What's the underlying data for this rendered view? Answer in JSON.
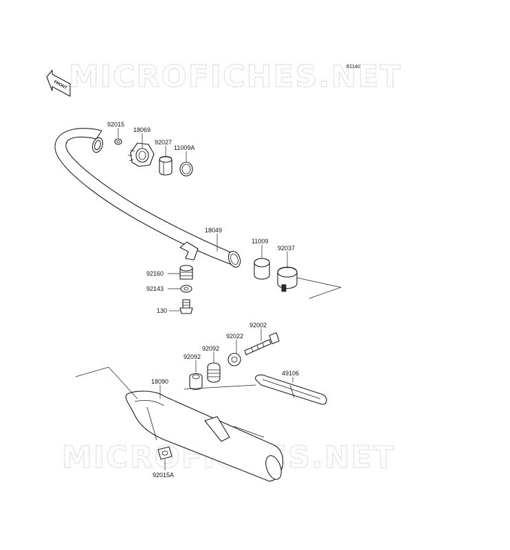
{
  "diagram": {
    "diagram_code": "E1140",
    "front_label": "FRONT",
    "watermarks": [
      "MICROFICHES.NET",
      "MICROFICHES.NET"
    ],
    "part_labels": [
      {
        "id": "92015",
        "text": "92015"
      },
      {
        "id": "18069",
        "text": "18069"
      },
      {
        "id": "92027",
        "text": "92027"
      },
      {
        "id": "11009A",
        "text": "11009A"
      },
      {
        "id": "18049",
        "text": "18049"
      },
      {
        "id": "11009",
        "text": "11009"
      },
      {
        "id": "92037",
        "text": "92037"
      },
      {
        "id": "92160",
        "text": "92160"
      },
      {
        "id": "92143",
        "text": "92143"
      },
      {
        "id": "130",
        "text": "130"
      },
      {
        "id": "92002",
        "text": "92002"
      },
      {
        "id": "92022",
        "text": "92022"
      },
      {
        "id": "92092a",
        "text": "92092"
      },
      {
        "id": "92092b",
        "text": "92092"
      },
      {
        "id": "49106",
        "text": "49106"
      },
      {
        "id": "18090",
        "text": "18090"
      },
      {
        "id": "92015A",
        "text": "92015A"
      }
    ]
  }
}
